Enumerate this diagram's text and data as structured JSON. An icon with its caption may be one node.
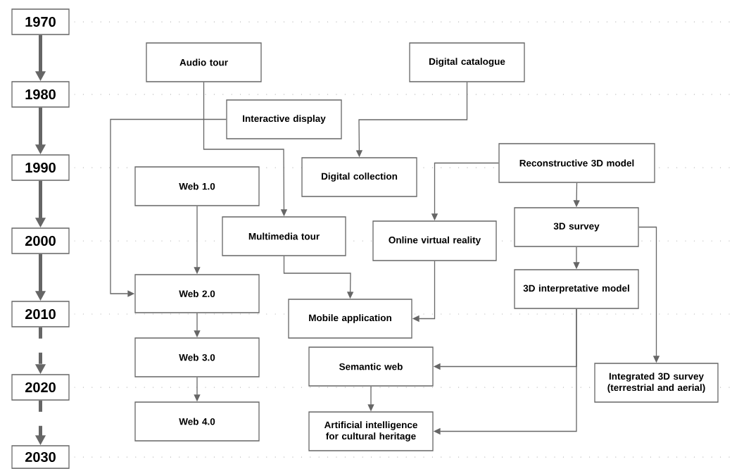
{
  "diagram": {
    "nodes": [
      {
        "text": [
          "1970"
        ]
      },
      {
        "text": [
          "1980"
        ]
      },
      {
        "text": [
          "1990"
        ]
      },
      {
        "text": [
          "2000"
        ]
      },
      {
        "text": [
          "2010"
        ]
      },
      {
        "text": [
          "2020"
        ]
      },
      {
        "text": [
          "2030"
        ]
      },
      {
        "text": [
          "Audio tour"
        ]
      },
      {
        "text": [
          "Digital catalogue"
        ]
      },
      {
        "text": [
          "Interactive display"
        ]
      },
      {
        "text": [
          "Digital collection"
        ]
      },
      {
        "text": [
          "Reconstructive 3D model"
        ]
      },
      {
        "text": [
          "Web 1.0"
        ]
      },
      {
        "text": [
          "Multimedia tour"
        ]
      },
      {
        "text": [
          "Online virtual reality"
        ]
      },
      {
        "text": [
          "3D survey"
        ]
      },
      {
        "text": [
          "Web 2.0"
        ]
      },
      {
        "text": [
          "3D interpretative model"
        ]
      },
      {
        "text": [
          "Mobile application"
        ]
      },
      {
        "text": [
          "Web 3.0"
        ]
      },
      {
        "text": [
          "Semantic web"
        ]
      },
      {
        "text": [
          "Integrated 3D survey (terrestrial and aerial)"
        ]
      },
      {
        "text": [
          "Web 4.0"
        ]
      },
      {
        "text": [
          "Artificial intelligence for cultural heritage"
        ]
      }
    ],
    "edges": [
      {
        "from": 0,
        "to": 1,
        "arrow": "to",
        "style": "thick"
      },
      {
        "from": 1,
        "to": 2,
        "arrow": "to",
        "style": "thick"
      },
      {
        "from": 2,
        "to": 3,
        "arrow": "to",
        "style": "thick"
      },
      {
        "from": 3,
        "to": 4,
        "arrow": "to",
        "style": "thick"
      },
      {
        "from": 4,
        "to": 5,
        "arrow": "to",
        "style": "dashed"
      },
      {
        "from": 5,
        "to": 6,
        "arrow": "to",
        "style": "dashed"
      },
      {
        "from": 7,
        "to": 13,
        "arrow": "to"
      },
      {
        "from": 8,
        "to": 10,
        "arrow": "to"
      },
      {
        "from": 9,
        "to": 16,
        "arrow": "to"
      },
      {
        "from": 12,
        "to": 16,
        "arrow": "to"
      },
      {
        "from": 13,
        "to": 18,
        "arrow": "to"
      },
      {
        "from": 11,
        "to": 14,
        "arrow": "to"
      },
      {
        "from": 11,
        "to": 15,
        "arrow": "to"
      },
      {
        "from": 14,
        "to": 18,
        "arrow": "to"
      },
      {
        "from": 15,
        "to": 17,
        "arrow": "to"
      },
      {
        "from": 15,
        "to": 21,
        "arrow": "to"
      },
      {
        "from": 16,
        "to": 19,
        "arrow": "to"
      },
      {
        "from": 19,
        "to": 22,
        "arrow": "to"
      },
      {
        "from": 17,
        "to": 20,
        "arrow": "to"
      },
      {
        "from": 17,
        "to": 23,
        "arrow": "to"
      },
      {
        "from": 20,
        "to": 23,
        "arrow": "to"
      }
    ]
  }
}
